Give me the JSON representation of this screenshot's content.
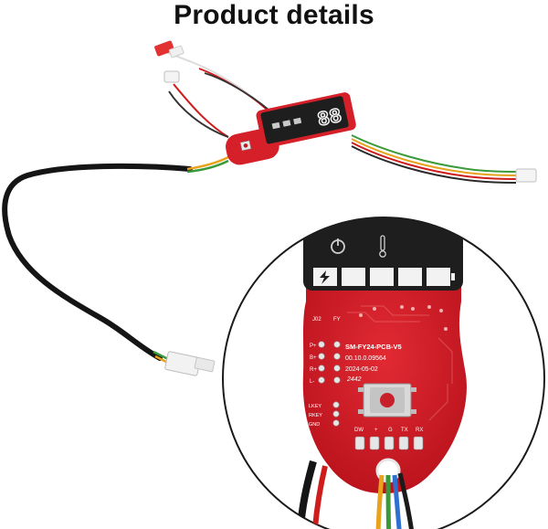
{
  "page": {
    "title": "Product details"
  },
  "board": {
    "small_display_digits": "88",
    "silkscreen": {
      "model": "SM-FY24-PCB-V5",
      "version": "00.10.0.09564",
      "date": "2024-05-02",
      "handwritten": "2442"
    },
    "left_labels": [
      "J02",
      "FY",
      "P+",
      "B+",
      "R+",
      "L-"
    ],
    "key_labels": [
      "LKEY",
      "RKEY",
      "GND"
    ],
    "bottom_labels": [
      "DW",
      "+",
      "G",
      "TX",
      "RX"
    ]
  },
  "icons": [
    "power-icon",
    "thermometer-icon",
    "lightning-icon"
  ],
  "colors": {
    "pcb_red": "#d5202a",
    "display_black": "#1e1e1e",
    "cable_black": "#151515",
    "connector_white": "#f2f2f2"
  }
}
